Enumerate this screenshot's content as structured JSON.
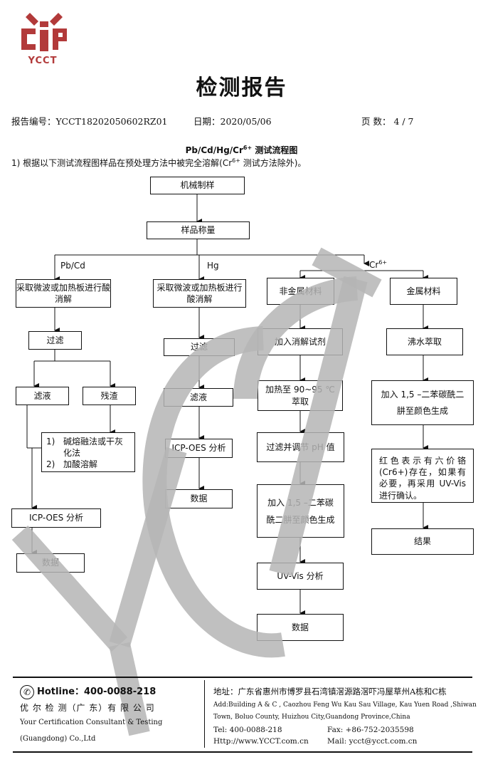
{
  "header": {
    "logo_text": "YCCT",
    "title": "检测报告",
    "report_no": "报告编号：YCCT18202050602RZ01",
    "date": "日期：2020/05/06",
    "page": "页  数：  4 / 7"
  },
  "chart": {
    "title_prefix": "Pb/Cd/Hg/Cr",
    "title_sup": "6+",
    "title_suffix": " 测试流程图",
    "note_prefix": "1)   根据以下测试流程图样品在预处理方法中被完全溶解(Cr",
    "note_sup": "6+",
    "note_suffix": " 测试方法除外)。"
  },
  "boxes": {
    "machining": "机械制样",
    "weighing": "样品称量",
    "label_pbcd": "Pb/Cd",
    "label_hg": "Hg",
    "label_cr_prefix": "Cr",
    "label_cr_sup": "6+",
    "pbcd_digest": "采取微波或加热板进行酸消解",
    "hg_digest": "采取微波或加热板进行酸消解",
    "nonmetal": "非金属材料",
    "metal": "金属材料",
    "pbcd_filter": "过滤",
    "hg_filter": "过滤",
    "add_digest_reagent": "加入消解试剂",
    "boil_extract": "沸水萃取",
    "filtrate": "滤液",
    "residue": "残渣",
    "residue_step1_no": "1)",
    "residue_step1": "碱熔融法或干灰化法",
    "residue_step2_no": "2)",
    "residue_step2": "加酸溶解",
    "hg_filtrate": "滤液",
    "heat_extract": "加热至 90~95 ℃ 萃取",
    "metal_color": "加入 1,5 –二苯碳酰二肼至颜色生成",
    "hg_icp": "ICP-OES 分析",
    "filter_ph": "过滤并调节 pH 值",
    "red_note": "红色表示有六价铬(Cr6+)存在，如果有必要，再采用 UV-Vis 进行确认。",
    "hg_data": "数据",
    "nonmetal_color": "加入 1,5 –二苯碳酰二肼至颜色生成",
    "pbcd_icp": "ICP-OES 分析",
    "result": "结果",
    "pbcd_data": "数据",
    "uvvis": "UV-Vis 分析",
    "uv_data": "数据"
  },
  "footer": {
    "hotline": "Hotline：400-0088-218",
    "company_cn": "优 尔 检 测（广 东）有 限 公 司",
    "company_en1": "Your Certification Consultant & Testing",
    "company_en2": "(Guangdong) Co.,Ltd",
    "address_cn": "地址：广东省惠州市博罗县石湾镇滘源路滘吓冯屋草州A栋和C栋",
    "address_en1": "Add:Building A & C , Caozhou Feng Wu Kau Sau Village,  Kau Yuen Road ,Shiwan",
    "address_en2": "Town, Boluo County, Huizhou City,Guandong Province,China",
    "tel": "Tel: 400-0088-218",
    "fax": "Fax: +86-752-2035598",
    "web": "Http://www.YCCT.com.cn",
    "mail": "Mail: ycct@ycct.com.cn"
  },
  "watermark": {
    "text": "YCCT",
    "color": "#b5b5b5"
  },
  "colors": {
    "logo": "#b23a3a"
  }
}
